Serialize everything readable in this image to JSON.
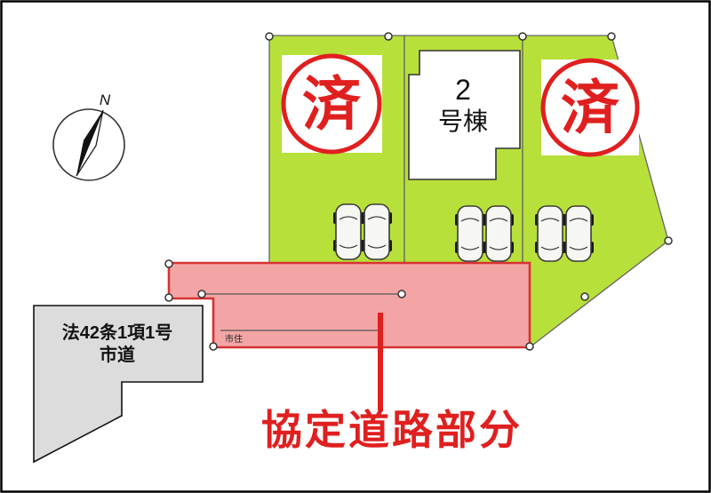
{
  "compass": {
    "label": "N"
  },
  "lots": [
    {
      "name": "left-lot",
      "stamp": "済"
    },
    {
      "name": "center-lot",
      "building": {
        "line1": "2",
        "line2": "号棟"
      }
    },
    {
      "name": "right-lot",
      "stamp": "済"
    }
  ],
  "road": {
    "agreement_label": "協定道路部分",
    "small_label": "市住"
  },
  "city_road": {
    "line1": "法42条1項1号",
    "line2": "市道"
  },
  "colors": {
    "lot_green": "#b8e03a",
    "road_pink": "#f3a5a5",
    "stamp_red": "#e01f1f",
    "city_road_gray": "#dcdcdc"
  }
}
